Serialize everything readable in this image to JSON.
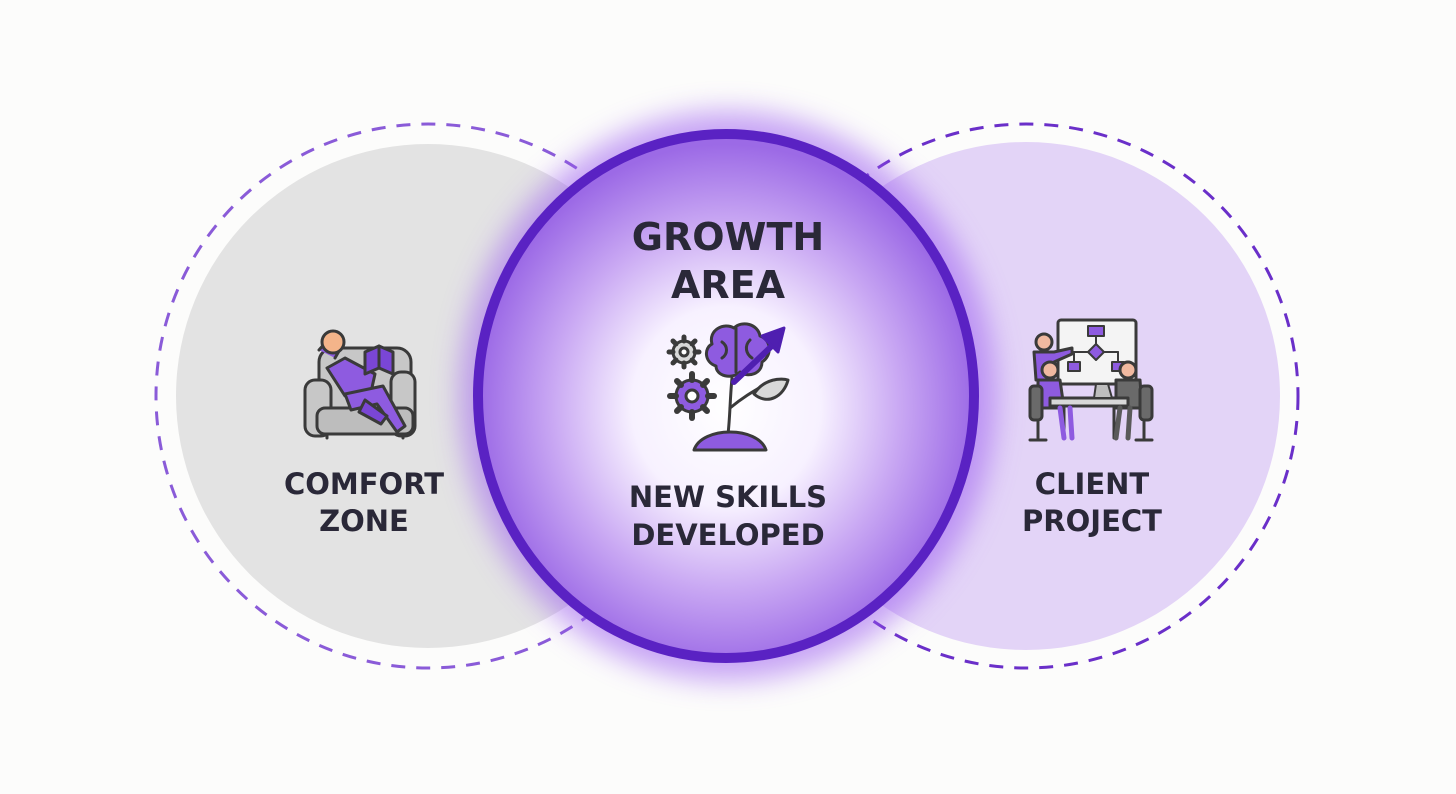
{
  "colors": {
    "accent": "#6a2fc9",
    "accent_dark": "#4f1fb0",
    "comfort_fill": "#e2e2e2",
    "client_fill": "#e2d3f6",
    "text": "#2a2838",
    "dash": "#8a5bd8"
  },
  "zones": {
    "comfort": {
      "line1": "COMFORT",
      "line2": "ZONE",
      "icon": "person-relaxing-in-armchair-icon"
    },
    "growth": {
      "title_line1": "GROWTH",
      "title_line2": "AREA",
      "sub_line1": "NEW SKILLS",
      "sub_line2": "DEVELOPED",
      "icon": "brain-gears-growth-plant-icon"
    },
    "client": {
      "line1": "CLIENT",
      "line2": "PROJECT",
      "icon": "team-meeting-flowchart-icon"
    }
  }
}
